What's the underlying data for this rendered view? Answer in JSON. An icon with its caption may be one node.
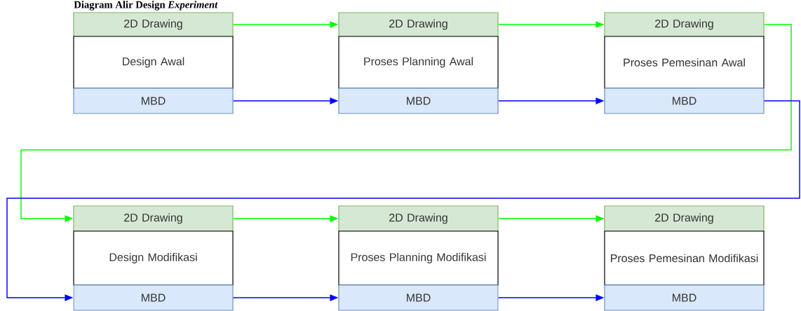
{
  "diagram": {
    "title": "Diagram Alir Design *Experiment*",
    "nodes": [
      {
        "text": [
          "2D Drawing"
        ]
      },
      {
        "text": [
          "Design Awal"
        ]
      },
      {
        "text": [
          "MBD"
        ]
      },
      {
        "text": [
          "2D Drawing"
        ]
      },
      {
        "text": [
          "Proses Planning Awal"
        ]
      },
      {
        "text": [
          "MBD"
        ]
      },
      {
        "text": [
          "2D Drawing"
        ]
      },
      {
        "text": [
          "Proses Pemesinan Awal"
        ]
      },
      {
        "text": [
          "MBD"
        ]
      },
      {
        "text": [
          "2D Drawing"
        ]
      },
      {
        "text": [
          "Design Modifikasi"
        ]
      },
      {
        "text": [
          "MBD"
        ]
      },
      {
        "text": [
          "2D Drawing"
        ]
      },
      {
        "text": [
          "Proses Planning Modifikasi"
        ]
      },
      {
        "text": [
          "MBD"
        ]
      },
      {
        "text": [
          "2D Drawing"
        ]
      },
      {
        "text": [
          "Proses Pemesinan Modifikasi"
        ]
      },
      {
        "text": [
          "MBD"
        ]
      }
    ],
    "edges": [
      {
        "from": 0,
        "to": 3,
        "arrow": "to",
        "color": "#00ff00"
      },
      {
        "from": 3,
        "to": 6,
        "arrow": "to",
        "color": "#00ff00"
      },
      {
        "from": 2,
        "to": 5,
        "arrow": "to",
        "color": "#0000ff"
      },
      {
        "from": 5,
        "to": 8,
        "arrow": "to",
        "color": "#0000ff"
      },
      {
        "from": 6,
        "to": 9,
        "arrow": "to",
        "color": "#00ff00"
      },
      {
        "from": 8,
        "to": 11,
        "arrow": "to",
        "color": "#0000ff"
      },
      {
        "from": 9,
        "to": 12,
        "arrow": "to",
        "color": "#00ff00"
      },
      {
        "from": 12,
        "to": 15,
        "arrow": "to",
        "color": "#00ff00"
      },
      {
        "from": 11,
        "to": 14,
        "arrow": "to",
        "color": "#0000ff"
      },
      {
        "from": 14,
        "to": 17,
        "arrow": "to",
        "color": "#0000ff"
      }
    ]
  }
}
